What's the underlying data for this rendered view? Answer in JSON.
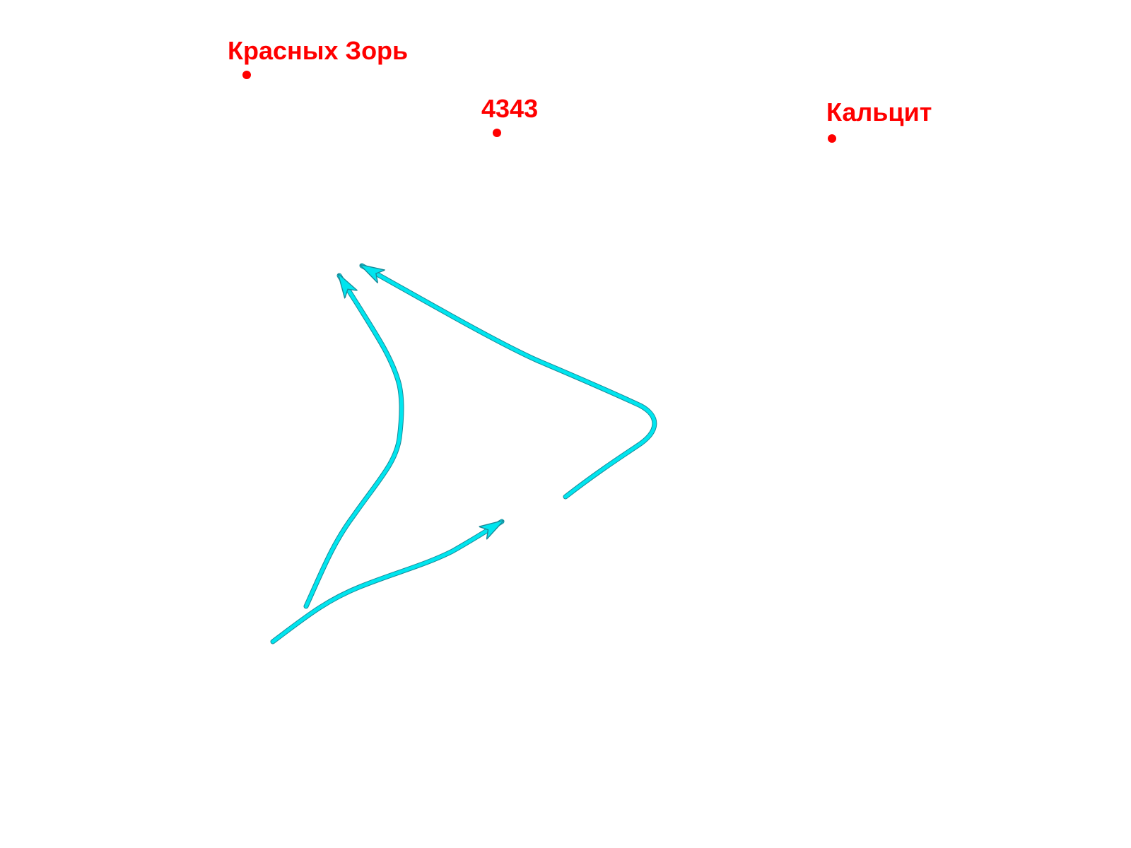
{
  "colors": {
    "place": "#ff0000",
    "route": "#00e5ee",
    "route_outline": "#1a8a99",
    "background": "#ffffff"
  },
  "places": [
    {
      "name": "Красных Зорь"
    },
    {
      "name": "4343"
    },
    {
      "name": "Кальцит"
    }
  ],
  "routes": [
    {
      "id": "route-1"
    },
    {
      "id": "route-2"
    },
    {
      "id": "route-3"
    }
  ]
}
